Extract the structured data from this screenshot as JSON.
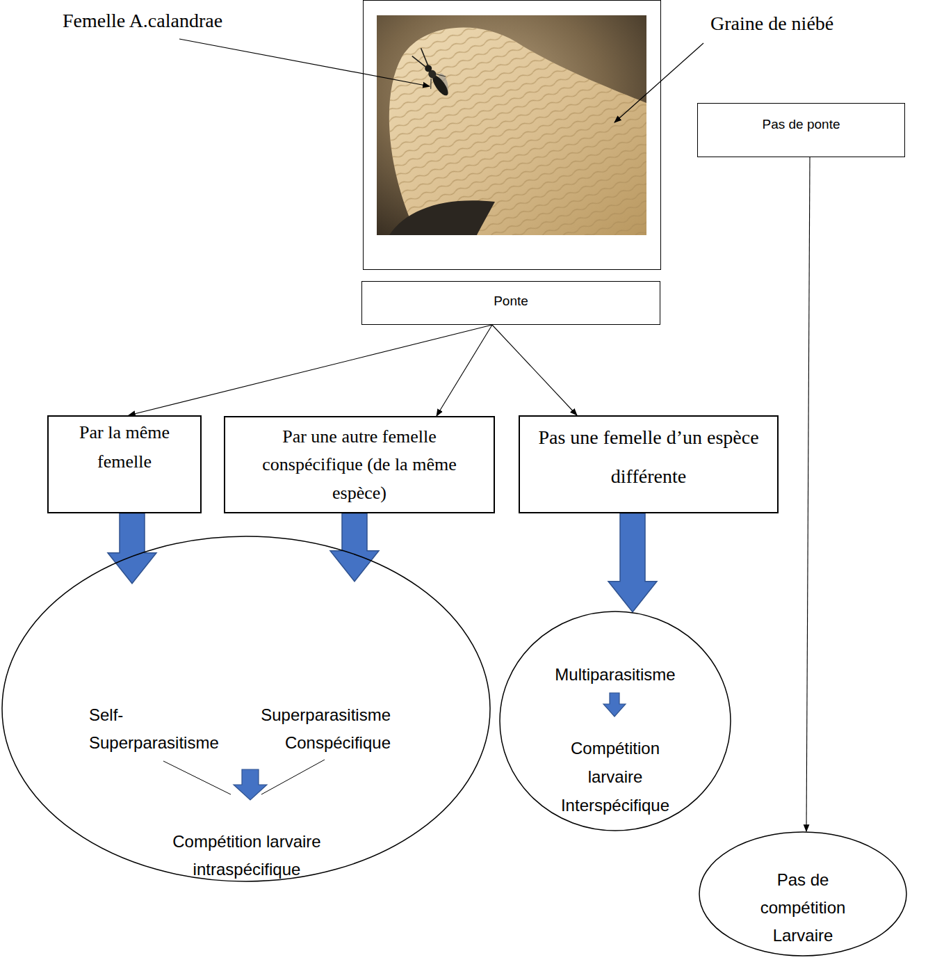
{
  "diagram": {
    "nodes": [
      {
        "text": [
          "Pas de ponte"
        ]
      },
      {
        "text": [
          "Ponte"
        ]
      },
      {
        "text": [
          "Par la même femelle"
        ]
      },
      {
        "text": [
          "Par une autre femelle conspécifique (de la même espèce)"
        ]
      },
      {
        "text": [
          "Pas une femelle d’un espèce différente"
        ]
      },
      {
        "text": [
          "Self-Superparasitisme",
          "Superparasitisme Conspécifique",
          "Compétition larvaire intraspécifique"
        ]
      },
      {
        "text": [
          "Multiparasitisme",
          "Compétition larvaire Interspécifique"
        ]
      },
      {
        "text": [
          "Pas de compétition Larvaire"
        ]
      }
    ],
    "edges": [
      {
        "from": 1,
        "to": 2,
        "arrow": "to"
      },
      {
        "from": 1,
        "to": 3,
        "arrow": "to"
      },
      {
        "from": 1,
        "to": 4,
        "arrow": "to"
      },
      {
        "from": 0,
        "to": 7,
        "arrow": "to"
      },
      {
        "from": 2,
        "to": 5,
        "arrow": "to"
      },
      {
        "from": 3,
        "to": 5,
        "arrow": "to"
      },
      {
        "from": 4,
        "to": 6,
        "arrow": "to"
      }
    ],
    "labels": [
      "Femelle A.calandrae",
      "Graine de niébé"
    ]
  }
}
